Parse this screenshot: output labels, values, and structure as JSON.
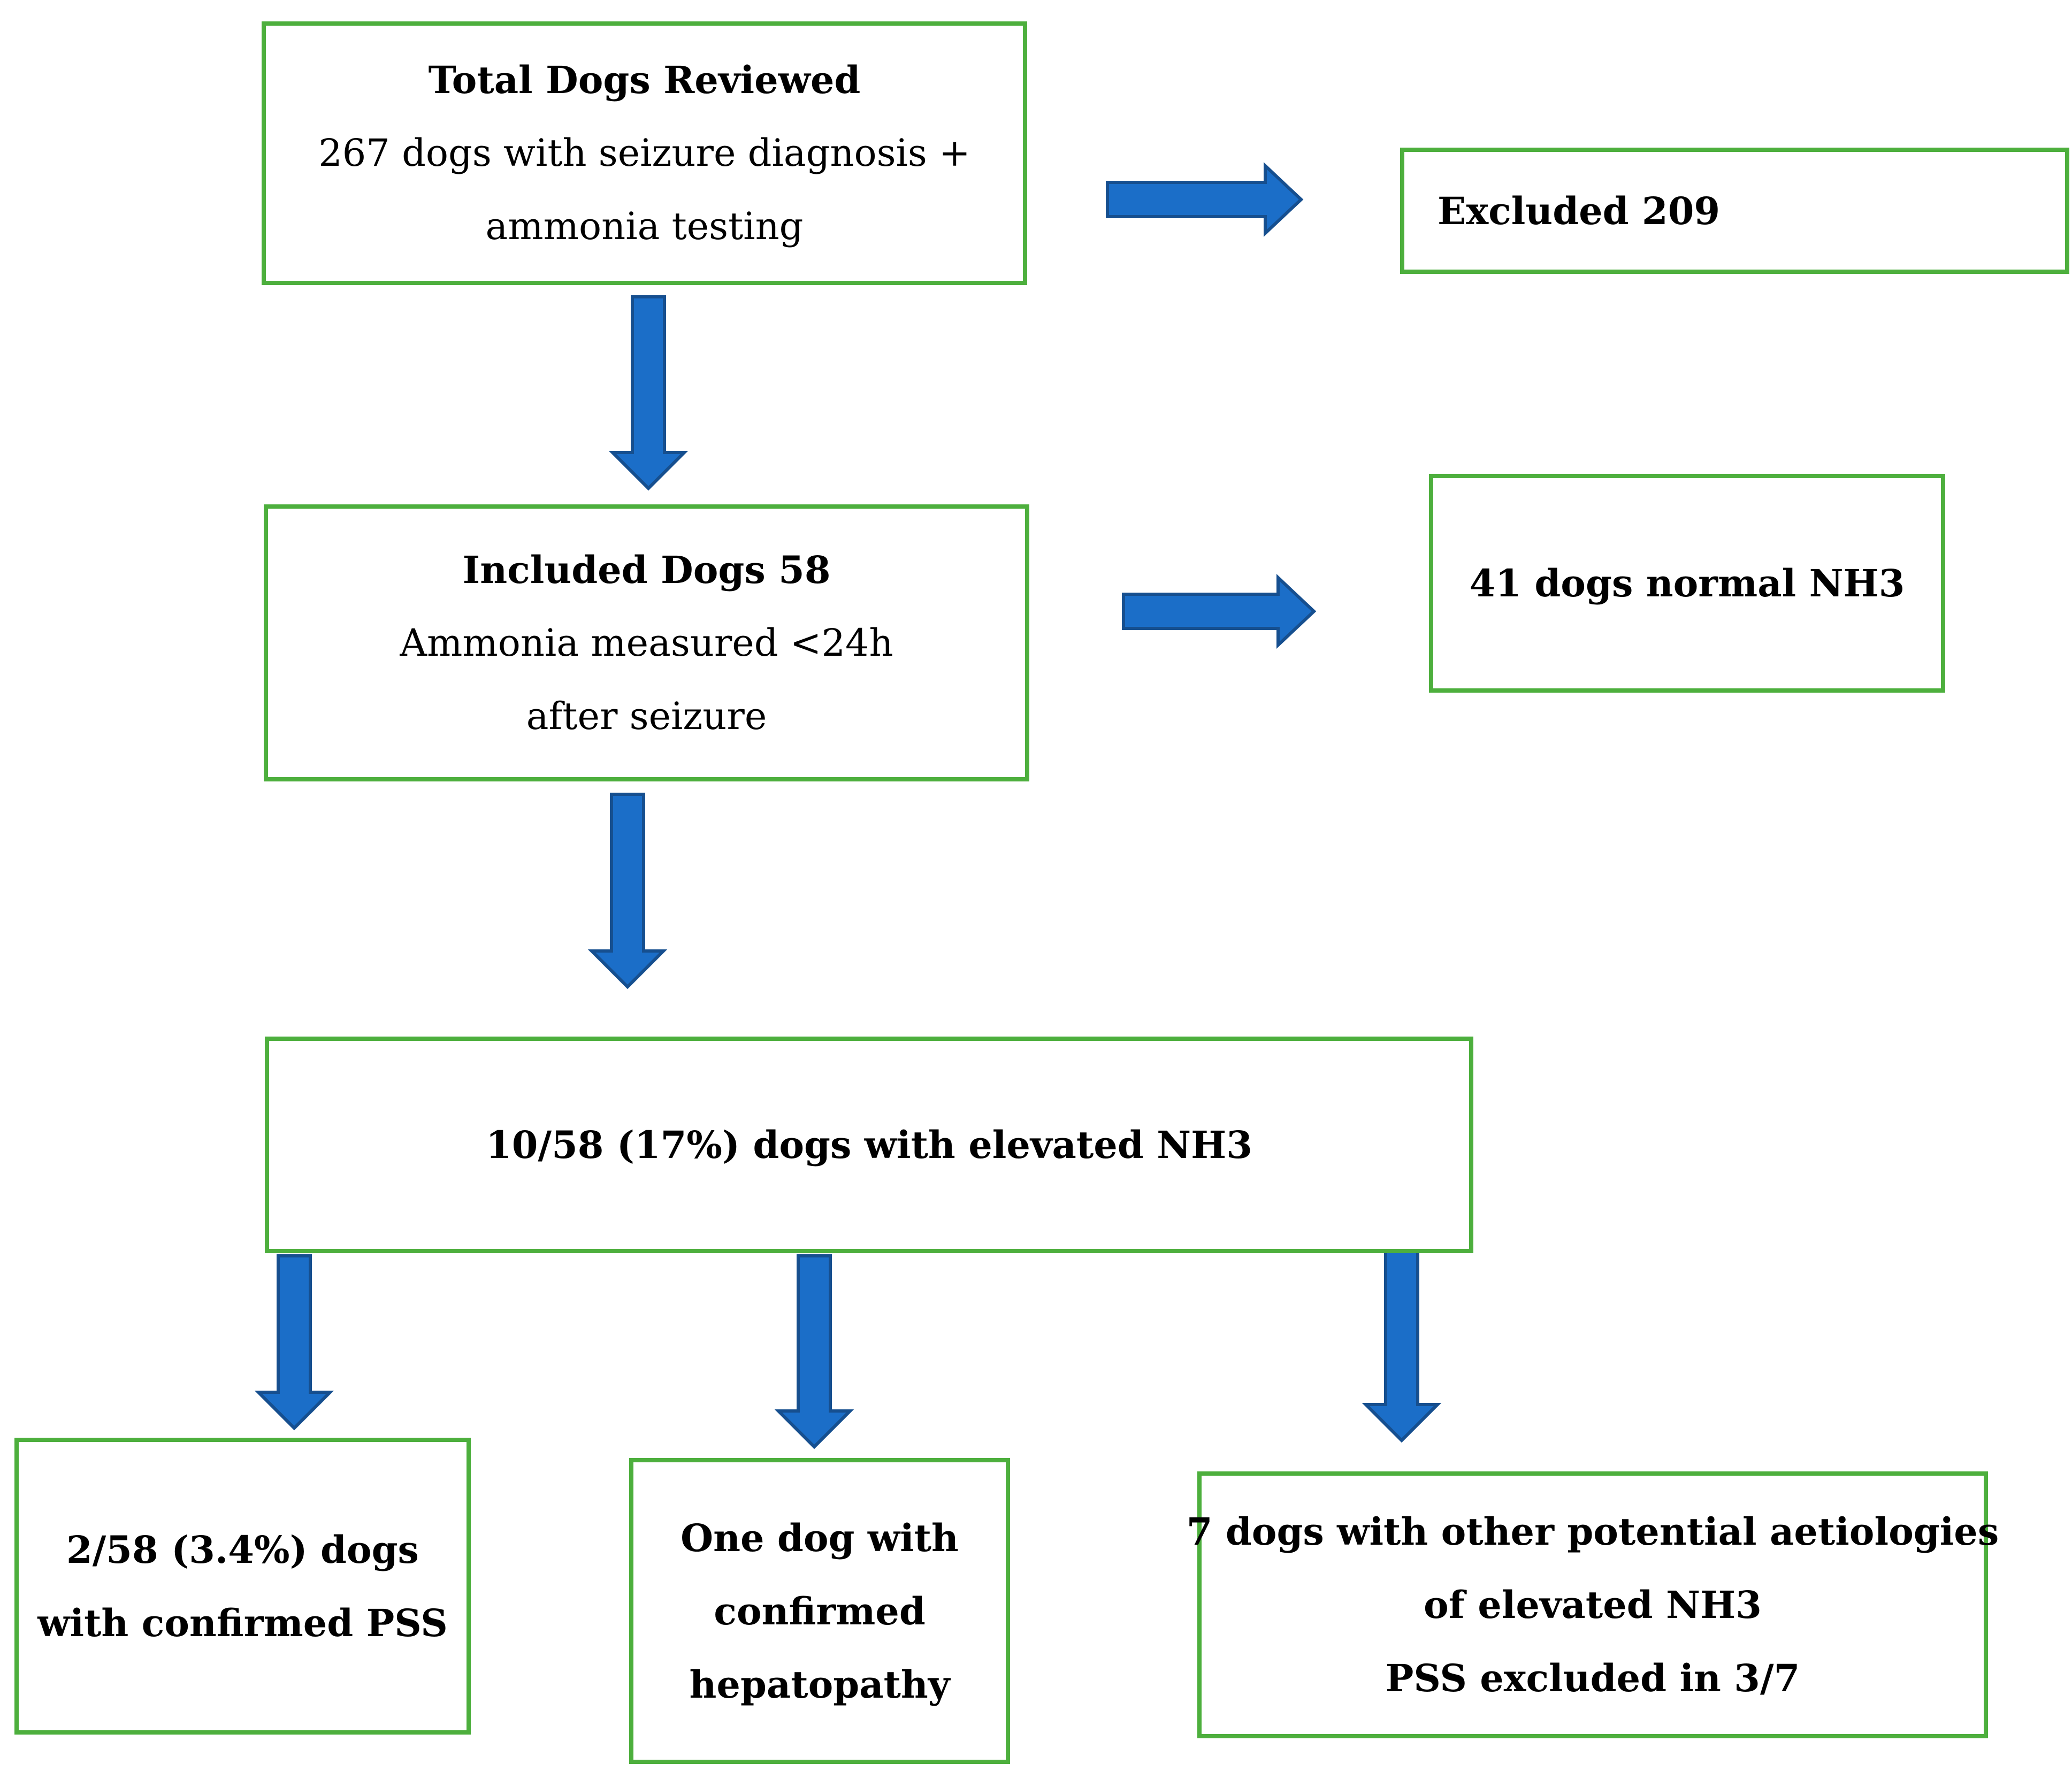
{
  "diagram": {
    "colors": {
      "box_border": "#4daf3d",
      "arrow_fill": "#1b6ec8",
      "arrow_stroke": "#164f8f"
    },
    "boxes": {
      "total": {
        "title": "Total Dogs Reviewed",
        "line1": "267 dogs with seizure diagnosis +",
        "line2": "ammonia testing"
      },
      "excluded": {
        "title": "Excluded 209"
      },
      "included": {
        "title": "Included Dogs 58",
        "line1": "Ammonia measured <24h",
        "line2": "after seizure"
      },
      "normal": {
        "title": "41 dogs normal NH3"
      },
      "elevated": {
        "title": "10/58 (17%) dogs with elevated NH3"
      },
      "pss": {
        "line1": "2/58 (3.4%) dogs",
        "line2": "with confirmed PSS"
      },
      "hepatopathy": {
        "line1": "One dog with",
        "line2": "confirmed",
        "line3": "hepatopathy"
      },
      "other": {
        "line1": "7 dogs with other potential aetiologies",
        "line2": "of elevated NH3",
        "line3": "PSS excluded in 3/7"
      }
    }
  }
}
